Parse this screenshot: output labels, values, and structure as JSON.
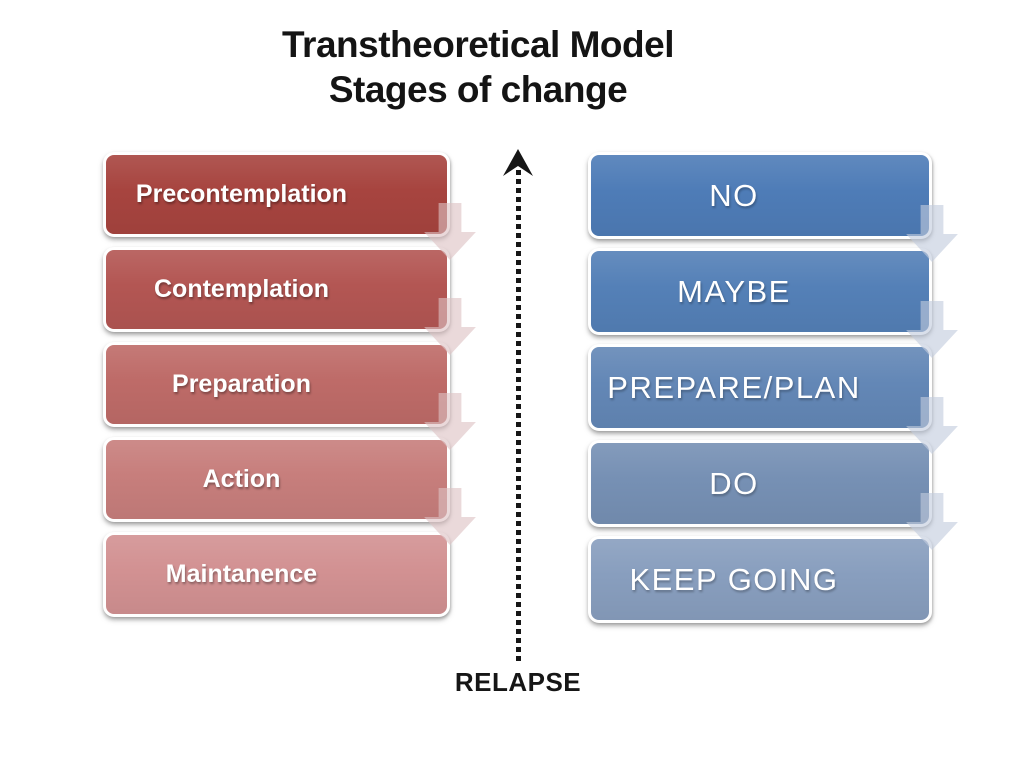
{
  "title": {
    "line1": "Transtheoretical Model",
    "line2": "Stages of change"
  },
  "left_column": {
    "items": [
      {
        "label": "Precontemplation",
        "color": "#A7443F"
      },
      {
        "label": "Contemplation",
        "color": "#B35653"
      },
      {
        "label": "Preparation",
        "color": "#BE6B68"
      },
      {
        "label": "Action",
        "color": "#C77E7C"
      },
      {
        "label": "Maintanence",
        "color": "#D29192"
      }
    ]
  },
  "right_column": {
    "items": [
      {
        "label": "NO",
        "color": "#4E7CB7"
      },
      {
        "label": "MAYBE",
        "color": "#5480B7"
      },
      {
        "label": "PREPARE/PLAN",
        "color": "#6387B6"
      },
      {
        "label": "DO",
        "color": "#7690B4"
      },
      {
        "label": "KEEP GOING",
        "color": "#889EBE"
      }
    ]
  },
  "relapse": {
    "label": "RELAPSE",
    "arrow_color": "#161616"
  },
  "colors": {
    "background": "#ffffff",
    "title_text": "#141414",
    "box_text": "#ffffff",
    "left_down_arrow": "rgba(221,193,195,0.62)",
    "right_down_arrow": "rgba(194,203,221,0.62)"
  }
}
